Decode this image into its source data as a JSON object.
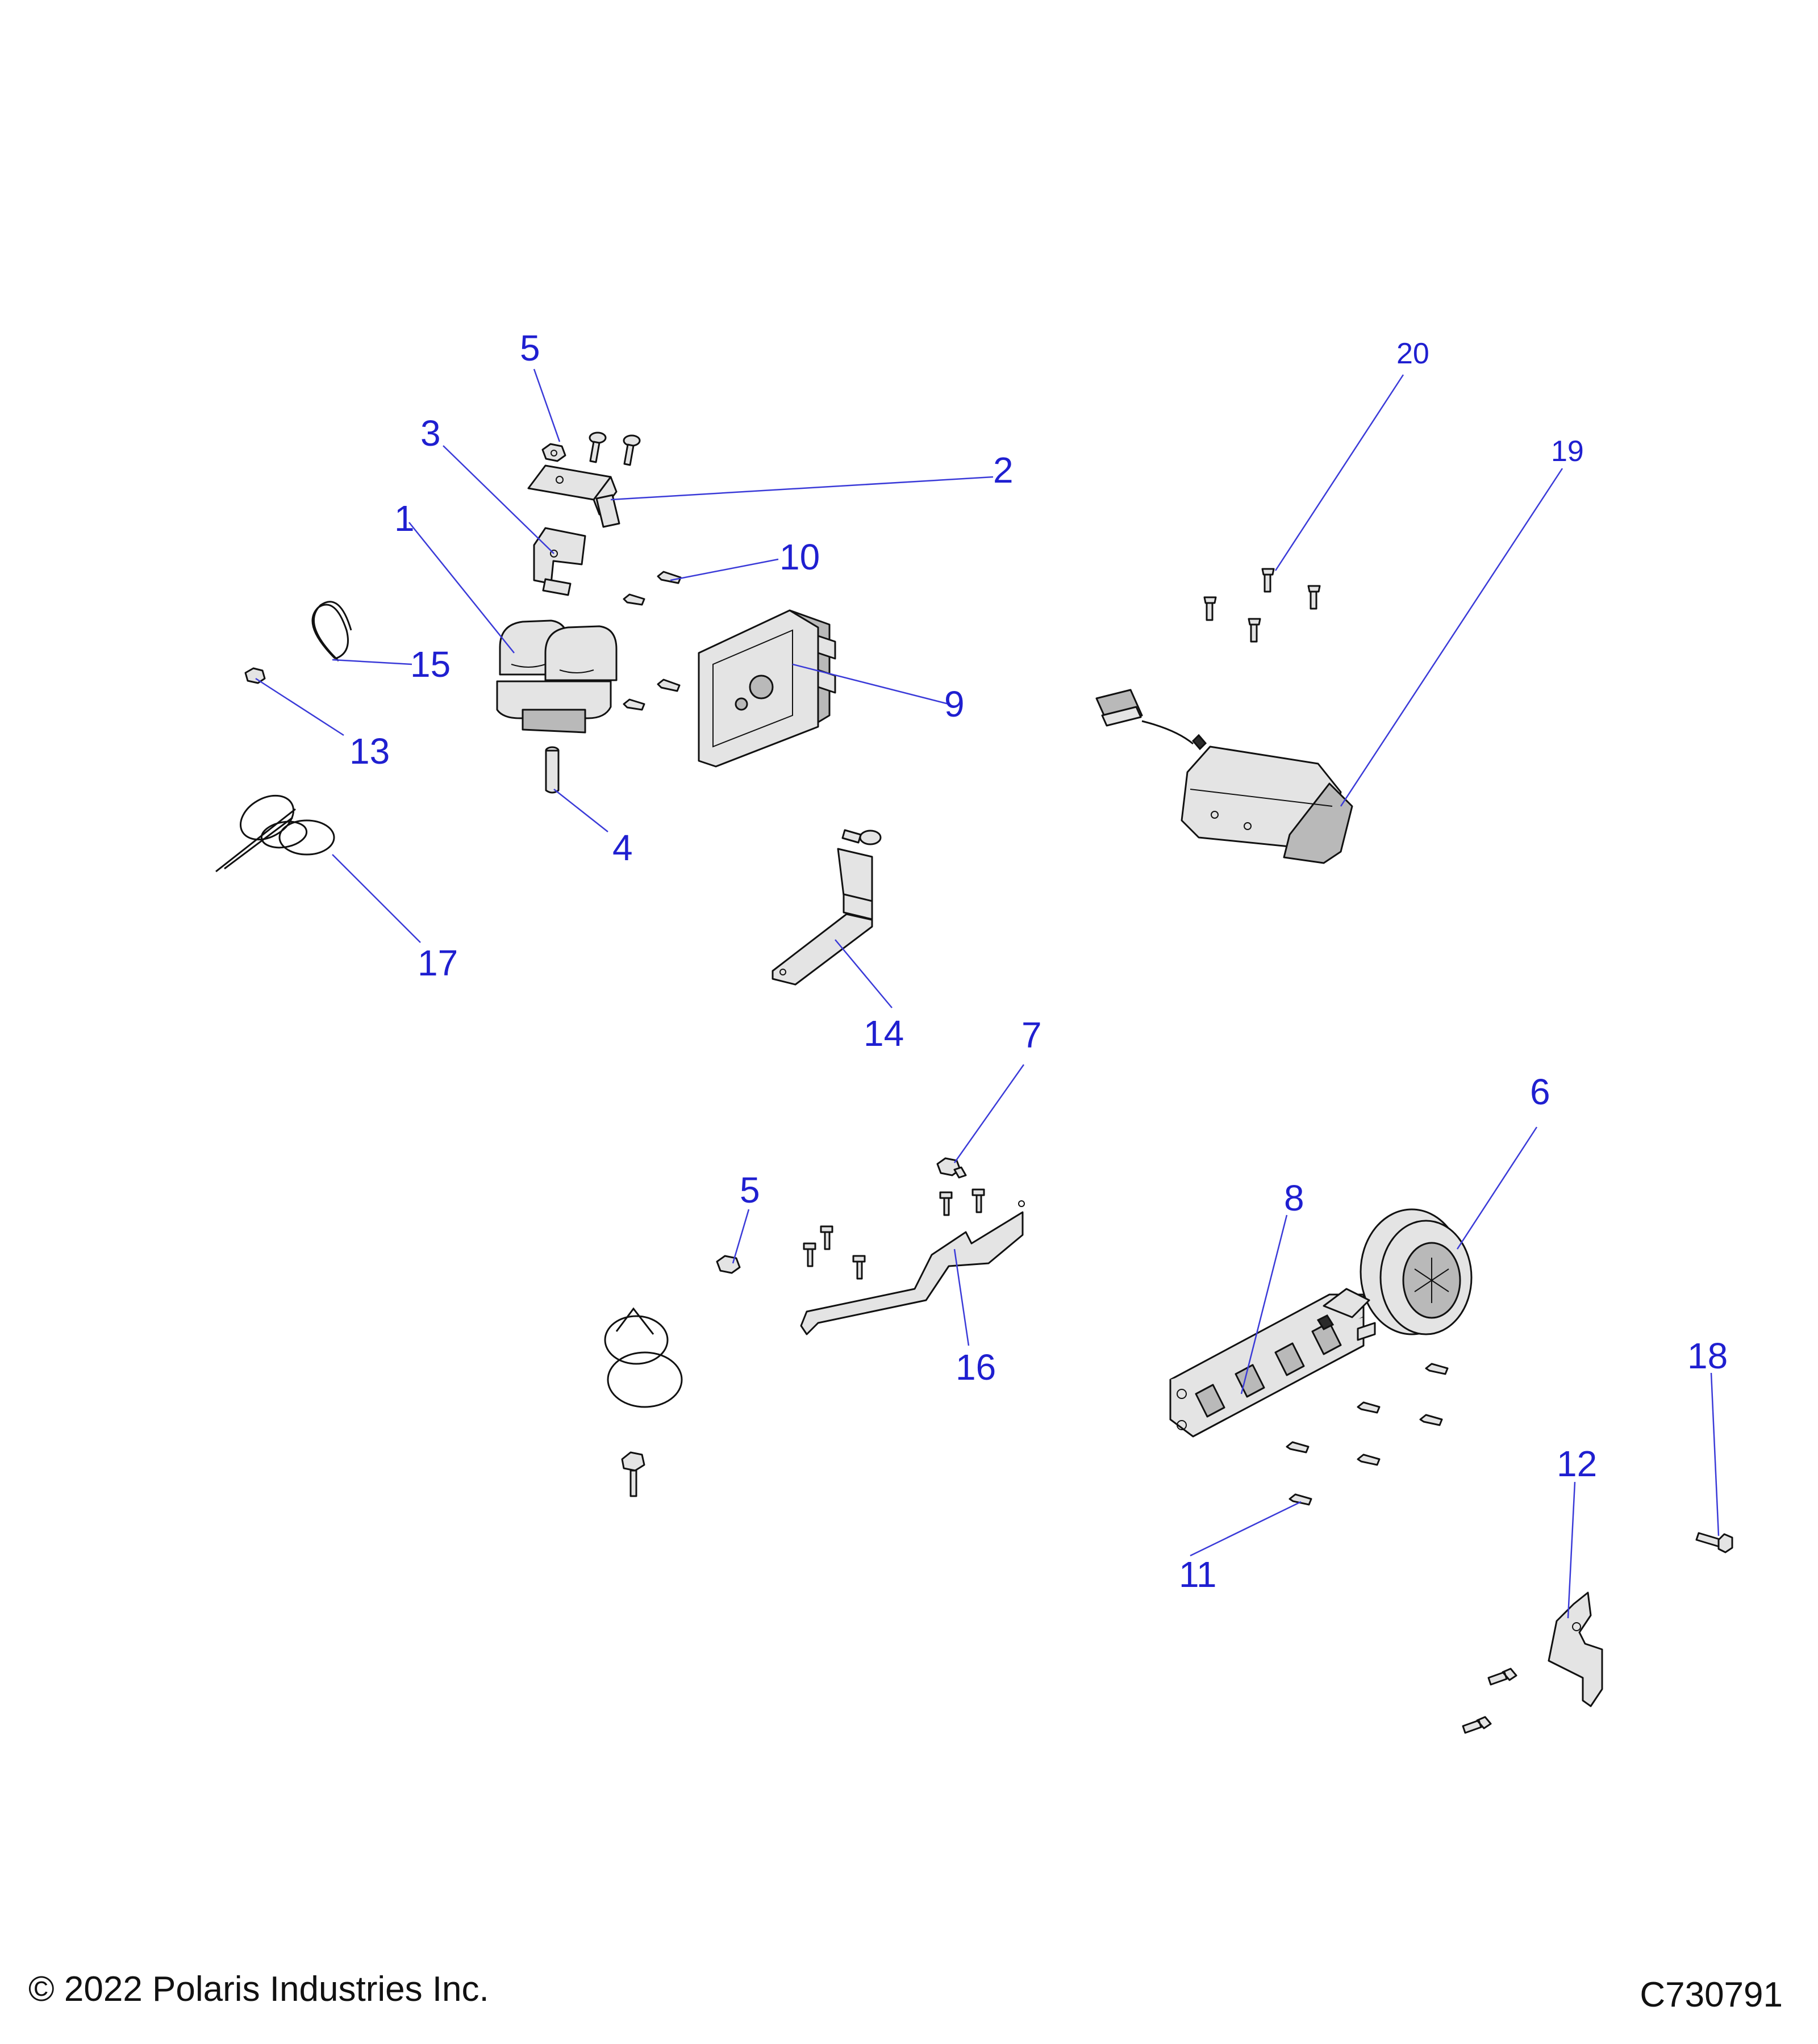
{
  "callouts": [
    {
      "id": "c1",
      "label": "1"
    },
    {
      "id": "c2",
      "label": "2"
    },
    {
      "id": "c3",
      "label": "3"
    },
    {
      "id": "c4",
      "label": "4"
    },
    {
      "id": "c5a",
      "label": "5"
    },
    {
      "id": "c5b",
      "label": "5"
    },
    {
      "id": "c6",
      "label": "6"
    },
    {
      "id": "c7",
      "label": "7"
    },
    {
      "id": "c8",
      "label": "8"
    },
    {
      "id": "c9",
      "label": "9"
    },
    {
      "id": "c10",
      "label": "10"
    },
    {
      "id": "c11",
      "label": "11"
    },
    {
      "id": "c12",
      "label": "12"
    },
    {
      "id": "c13",
      "label": "13"
    },
    {
      "id": "c14",
      "label": "14"
    },
    {
      "id": "c15",
      "label": "15"
    },
    {
      "id": "c16",
      "label": "16"
    },
    {
      "id": "c17",
      "label": "17"
    },
    {
      "id": "c18",
      "label": "18"
    },
    {
      "id": "c19",
      "label": "19"
    },
    {
      "id": "c20",
      "label": "20"
    }
  ],
  "footer": {
    "copyright": "© 2022 Polaris Industries Inc.",
    "figure_id": "C730791"
  },
  "colors": {
    "callout": "#1f1fd0",
    "leader": "#3a3ad8",
    "line_art": "#111111",
    "part_fill": "#e4e4e4"
  }
}
